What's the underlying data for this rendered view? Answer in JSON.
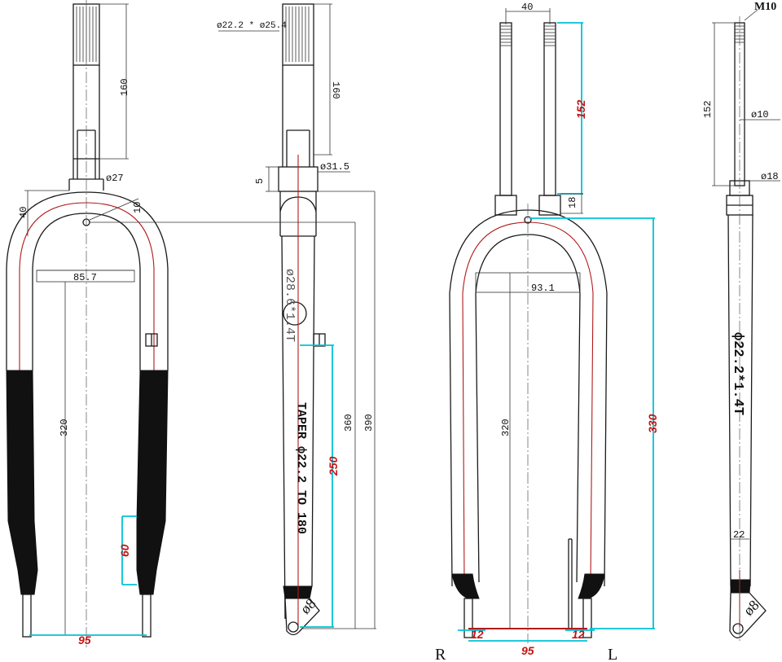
{
  "view1": {
    "dim_steerer": "160",
    "dim_crown_dia": "ø27",
    "dim_crown_height": "40",
    "dim_offset": "10",
    "dim_inner_width": "85.7",
    "dim_blade_length": "320",
    "dim_tip": "60",
    "dim_hub_width": "95"
  },
  "view2": {
    "dim_thread": "ø22.2 * ø25.4",
    "dim_steerer": "160",
    "dim_crown_race": "ø31.5",
    "dim_race_height": "5",
    "dim_blade_tube": "ø28.6*1.4T",
    "dim_taper": "TAPER ф22.2 TO 180",
    "dim_taper_len": "250",
    "dim_axle_crown": "360",
    "dim_total": "390",
    "dim_dropout": "ø8"
  },
  "view3": {
    "dim_post_spacing": "40",
    "dim_post_len": "152",
    "dim_post_base": "18",
    "dim_inner_width": "93.1",
    "dim_blade_length": "320",
    "dim_axle_crown": "330",
    "dim_left_dropout": "12",
    "dim_right_dropout": "12",
    "dim_hub_width": "95",
    "label_right": "R",
    "label_left": "L"
  },
  "view4": {
    "dim_thread": "M10",
    "dim_post_len": "152",
    "dim_dia_10": "ø10",
    "dim_dia_18": "ø18",
    "dim_tube": "ф22.2*1.4T",
    "dim_end": "22",
    "dim_dropout": "ø8"
  }
}
